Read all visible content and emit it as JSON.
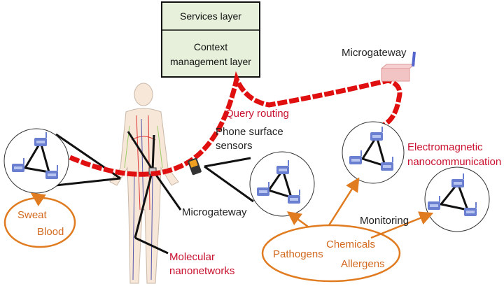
{
  "layers": {
    "services": "Services layer",
    "context_line1": "Context",
    "context_line2": "management layer"
  },
  "labels": {
    "microgateway_top": "Microgateway",
    "query_routing": "Query routing",
    "phone_line1": "Phone surface",
    "phone_line2": "sensors",
    "em_line1": "Electromagnetic",
    "em_line2": "nanocommunication",
    "microgateway_body": "Microgateway",
    "molecular_line1": "Molecular",
    "molecular_line2": "nanonetworks",
    "monitoring": "Monitoring"
  },
  "sources": {
    "sweat": "Sweat",
    "blood": "Blood",
    "pathogens": "Pathogens",
    "chemicals": "Chemicals",
    "allergens": "Allergens"
  },
  "colors": {
    "routing": "#e01010",
    "source": "#e07b20",
    "node": "#6a7fd0",
    "layer_fill": "#e6f0da"
  }
}
